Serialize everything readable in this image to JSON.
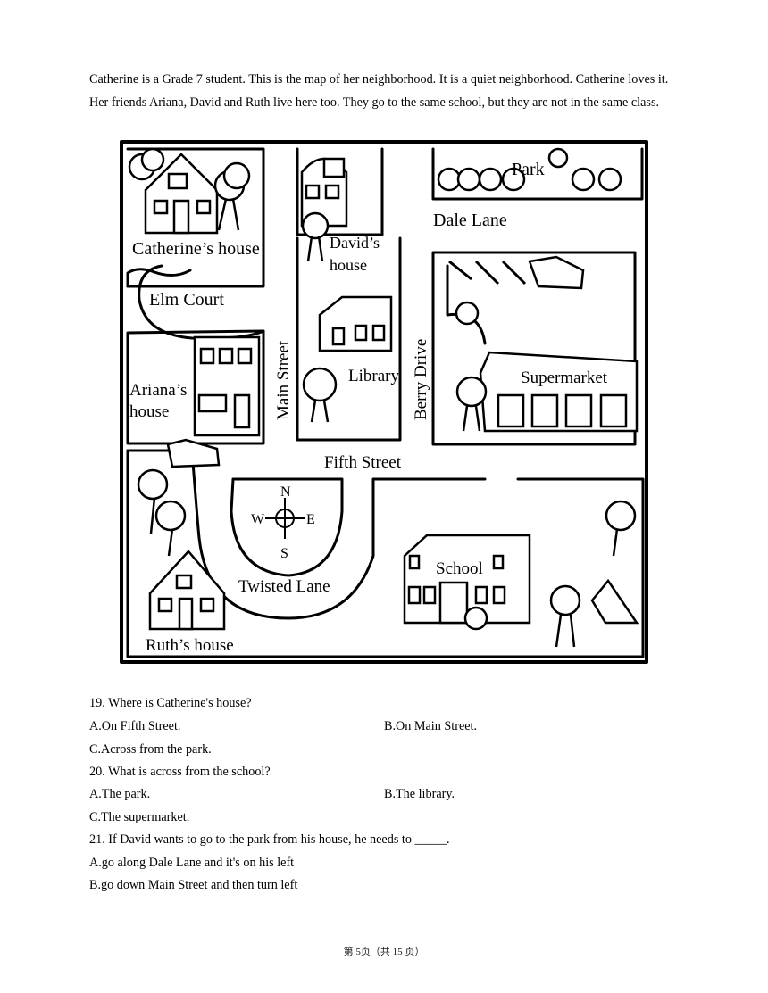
{
  "intro": "Catherine is a Grade 7 student. This is the map of her neighborhood. It is a quiet neighborhood. Catherine loves it. Her friends Ariana, David and Ruth live here too. They go to the same school, but they are not in the same class.",
  "map": {
    "labels": {
      "catherine_house": "Catherine’s house",
      "elm_court": "Elm Court",
      "arianas_line1": "Ariana’s",
      "arianas_line2": "house",
      "david_line1": "David’s",
      "david_line2": "house",
      "library": "Library",
      "main_street": "Main Street",
      "berry_drive": "Berry Drive",
      "park": "Park",
      "dale_lane": "Dale Lane",
      "supermarket": "Supermarket",
      "fifth_street": "Fifth Street",
      "twisted_lane": "Twisted Lane",
      "school": "School",
      "ruth_house": "Ruth’s house",
      "compass_n": "N",
      "compass_s": "S",
      "compass_e": "E",
      "compass_w": "W"
    }
  },
  "questions": [
    {
      "stem": "19. Where is Catherine's house?",
      "a": "A.On Fifth Street.",
      "b": "B.On Main Street.",
      "c": "C.Across from the park."
    },
    {
      "stem": "20. What is across from the school?",
      "a": "A.The park.",
      "b": "B.The library.",
      "c": "C.The supermarket."
    },
    {
      "stem": "21. If David wants to go to the park from his house, he needs to _____.",
      "a": "A.go along Dale Lane and it's on his left",
      "b": "B.go down Main Street and then turn left"
    }
  ],
  "footer": "第 5页（共 15 页）"
}
